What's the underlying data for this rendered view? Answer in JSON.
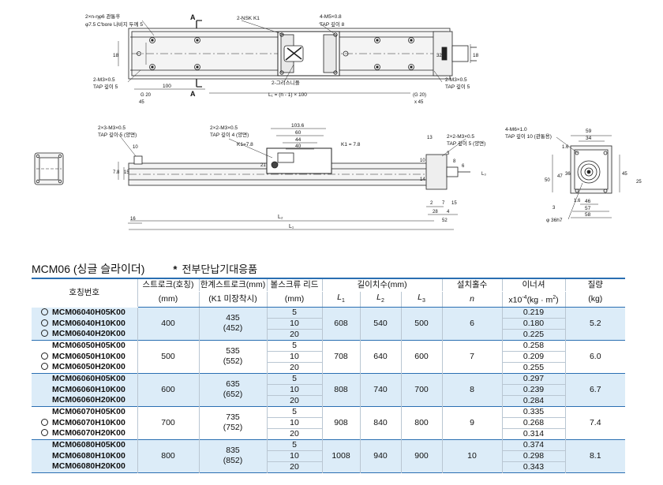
{
  "drawing": {
    "callouts": {
      "cbore_line1": "2×n-ηφ6 관통후",
      "cbore_line2": "φ7.5 C'bore 나비지 두께 5",
      "nsk": "2-NSK K1",
      "m5": "4-M5×0.8",
      "tap8": "TAP 깊이 8",
      "m3_left": "2-M3×0.5",
      "tap5_left": "TAP 깊이 5",
      "grease": "2-그리스니플",
      "m3_right": "2-M3×0.5",
      "tap5_right": "TAP 깊이 5",
      "section_a": "A",
      "m3x3": "2×3-M3×0.5",
      "tap5_both": "TAP 깊이 5 (양면)",
      "m3x2": "2×2-M3×0.5",
      "tap4_both": "TAP 깊이 4 (양면)",
      "k1_left": "K1=7.8",
      "k1_right": "K1 = 7.8",
      "m3x2_right": "2×2-M3×0.5",
      "tap5_both_right": "TAP 깊이 5 (양면)",
      "m6": "4-M6×1.0",
      "tap10": "TAP 깊이 10 (관통용)",
      "bore": "φ 36h7",
      "l1_formula": "L₁ = (n - 1) × 100",
      "l2": "L₂",
      "l1": "L₁",
      "l3": "L₃"
    },
    "dims": {
      "d18": "18",
      "d45": "45",
      "d100": "100",
      "g20": "G 20",
      "g20r": "(G 20)",
      "x45": "x 45",
      "d18r": "18",
      "d32": "32",
      "d103_6": "103.6",
      "d60": "60",
      "d44": "44",
      "d40": "40",
      "d21": "21",
      "d10": "10",
      "d7_8": "7.8",
      "d16": "16",
      "d15": "15",
      "d13": "13",
      "d10b": "10",
      "d14": "14",
      "d2": "2",
      "d7": "7",
      "d4": "4",
      "d28": "28",
      "d52": "52",
      "d3": "3",
      "d8": "8",
      "d15b": "15",
      "d6": "6",
      "d59": "59",
      "d34": "34",
      "d1_6": "1.6",
      "d1_6b": "1.6",
      "d47": "47",
      "d50": "50",
      "d36": "36",
      "d25": "25",
      "d45b": "45",
      "d46": "46",
      "d57": "57",
      "d58": "58",
      "d3b": "3"
    }
  },
  "heading": {
    "title": "MCM06 (싱글 슬라이더)",
    "star": "*",
    "note": "전부단납기대응품"
  },
  "table": {
    "headers": {
      "model": "호칭번호",
      "stroke": "스트로크(호칭)",
      "stroke_unit": "(mm)",
      "limit": "한계스트로크(mm)",
      "limit_note": "(K1 미장착시)",
      "lead": "볼스크류 리드",
      "lead_unit": "(mm)",
      "length": "길이치수(mm)",
      "L1": "L",
      "L1s": "1",
      "L2": "L",
      "L2s": "2",
      "L3": "L",
      "L3s": "3",
      "holes": "설치홀수",
      "holes_sym": "n",
      "inertia": "이너셔",
      "inertia_unit_a": "x10",
      "inertia_unit_exp": "-4",
      "inertia_unit_b": "(kg · m",
      "inertia_unit_sq": "2",
      "inertia_unit_c": ")",
      "mass": "질량",
      "mass_unit": "(kg)"
    },
    "groups": [
      {
        "shade": true,
        "stroke": "400",
        "limit": "435",
        "limit_k1": "(452)",
        "L1": "608",
        "L2": "540",
        "L3": "500",
        "n": "6",
        "mass": "5.2",
        "rows": [
          {
            "model": "MCM06040H05K00",
            "circle": true,
            "lead": "5",
            "inertia": "0.219"
          },
          {
            "model": "MCM06040H10K00",
            "circle": true,
            "lead": "10",
            "inertia": "0.180"
          },
          {
            "model": "MCM06040H20K00",
            "circle": true,
            "lead": "20",
            "inertia": "0.225"
          }
        ]
      },
      {
        "shade": false,
        "stroke": "500",
        "limit": "535",
        "limit_k1": "(552)",
        "L1": "708",
        "L2": "640",
        "L3": "600",
        "n": "7",
        "mass": "6.0",
        "rows": [
          {
            "model": "MCM06050H05K00",
            "circle": false,
            "lead": "5",
            "inertia": "0.258"
          },
          {
            "model": "MCM06050H10K00",
            "circle": true,
            "lead": "10",
            "inertia": "0.209"
          },
          {
            "model": "MCM06050H20K00",
            "circle": true,
            "lead": "20",
            "inertia": "0.255"
          }
        ]
      },
      {
        "shade": true,
        "stroke": "600",
        "limit": "635",
        "limit_k1": "(652)",
        "L1": "808",
        "L2": "740",
        "L3": "700",
        "n": "8",
        "mass": "6.7",
        "rows": [
          {
            "model": "MCM06060H05K00",
            "circle": false,
            "lead": "5",
            "inertia": "0.297"
          },
          {
            "model": "MCM06060H10K00",
            "circle": false,
            "lead": "10",
            "inertia": "0.239"
          },
          {
            "model": "MCM06060H20K00",
            "circle": false,
            "lead": "20",
            "inertia": "0.284"
          }
        ]
      },
      {
        "shade": false,
        "stroke": "700",
        "limit": "735",
        "limit_k1": "(752)",
        "L1": "908",
        "L2": "840",
        "L3": "800",
        "n": "9",
        "mass": "7.4",
        "rows": [
          {
            "model": "MCM06070H05K00",
            "circle": false,
            "lead": "5",
            "inertia": "0.335"
          },
          {
            "model": "MCM06070H10K00",
            "circle": true,
            "lead": "10",
            "inertia": "0.268"
          },
          {
            "model": "MCM06070H20K00",
            "circle": true,
            "lead": "20",
            "inertia": "0.314"
          }
        ]
      },
      {
        "shade": true,
        "stroke": "800",
        "limit": "835",
        "limit_k1": "(852)",
        "L1": "1008",
        "L2": "940",
        "L3": "900",
        "n": "10",
        "mass": "8.1",
        "rows": [
          {
            "model": "MCM06080H05K00",
            "circle": false,
            "lead": "5",
            "inertia": "0.374"
          },
          {
            "model": "MCM06080H10K00",
            "circle": false,
            "lead": "10",
            "inertia": "0.298"
          },
          {
            "model": "MCM06080H20K00",
            "circle": false,
            "lead": "20",
            "inertia": "0.343"
          }
        ]
      }
    ]
  }
}
